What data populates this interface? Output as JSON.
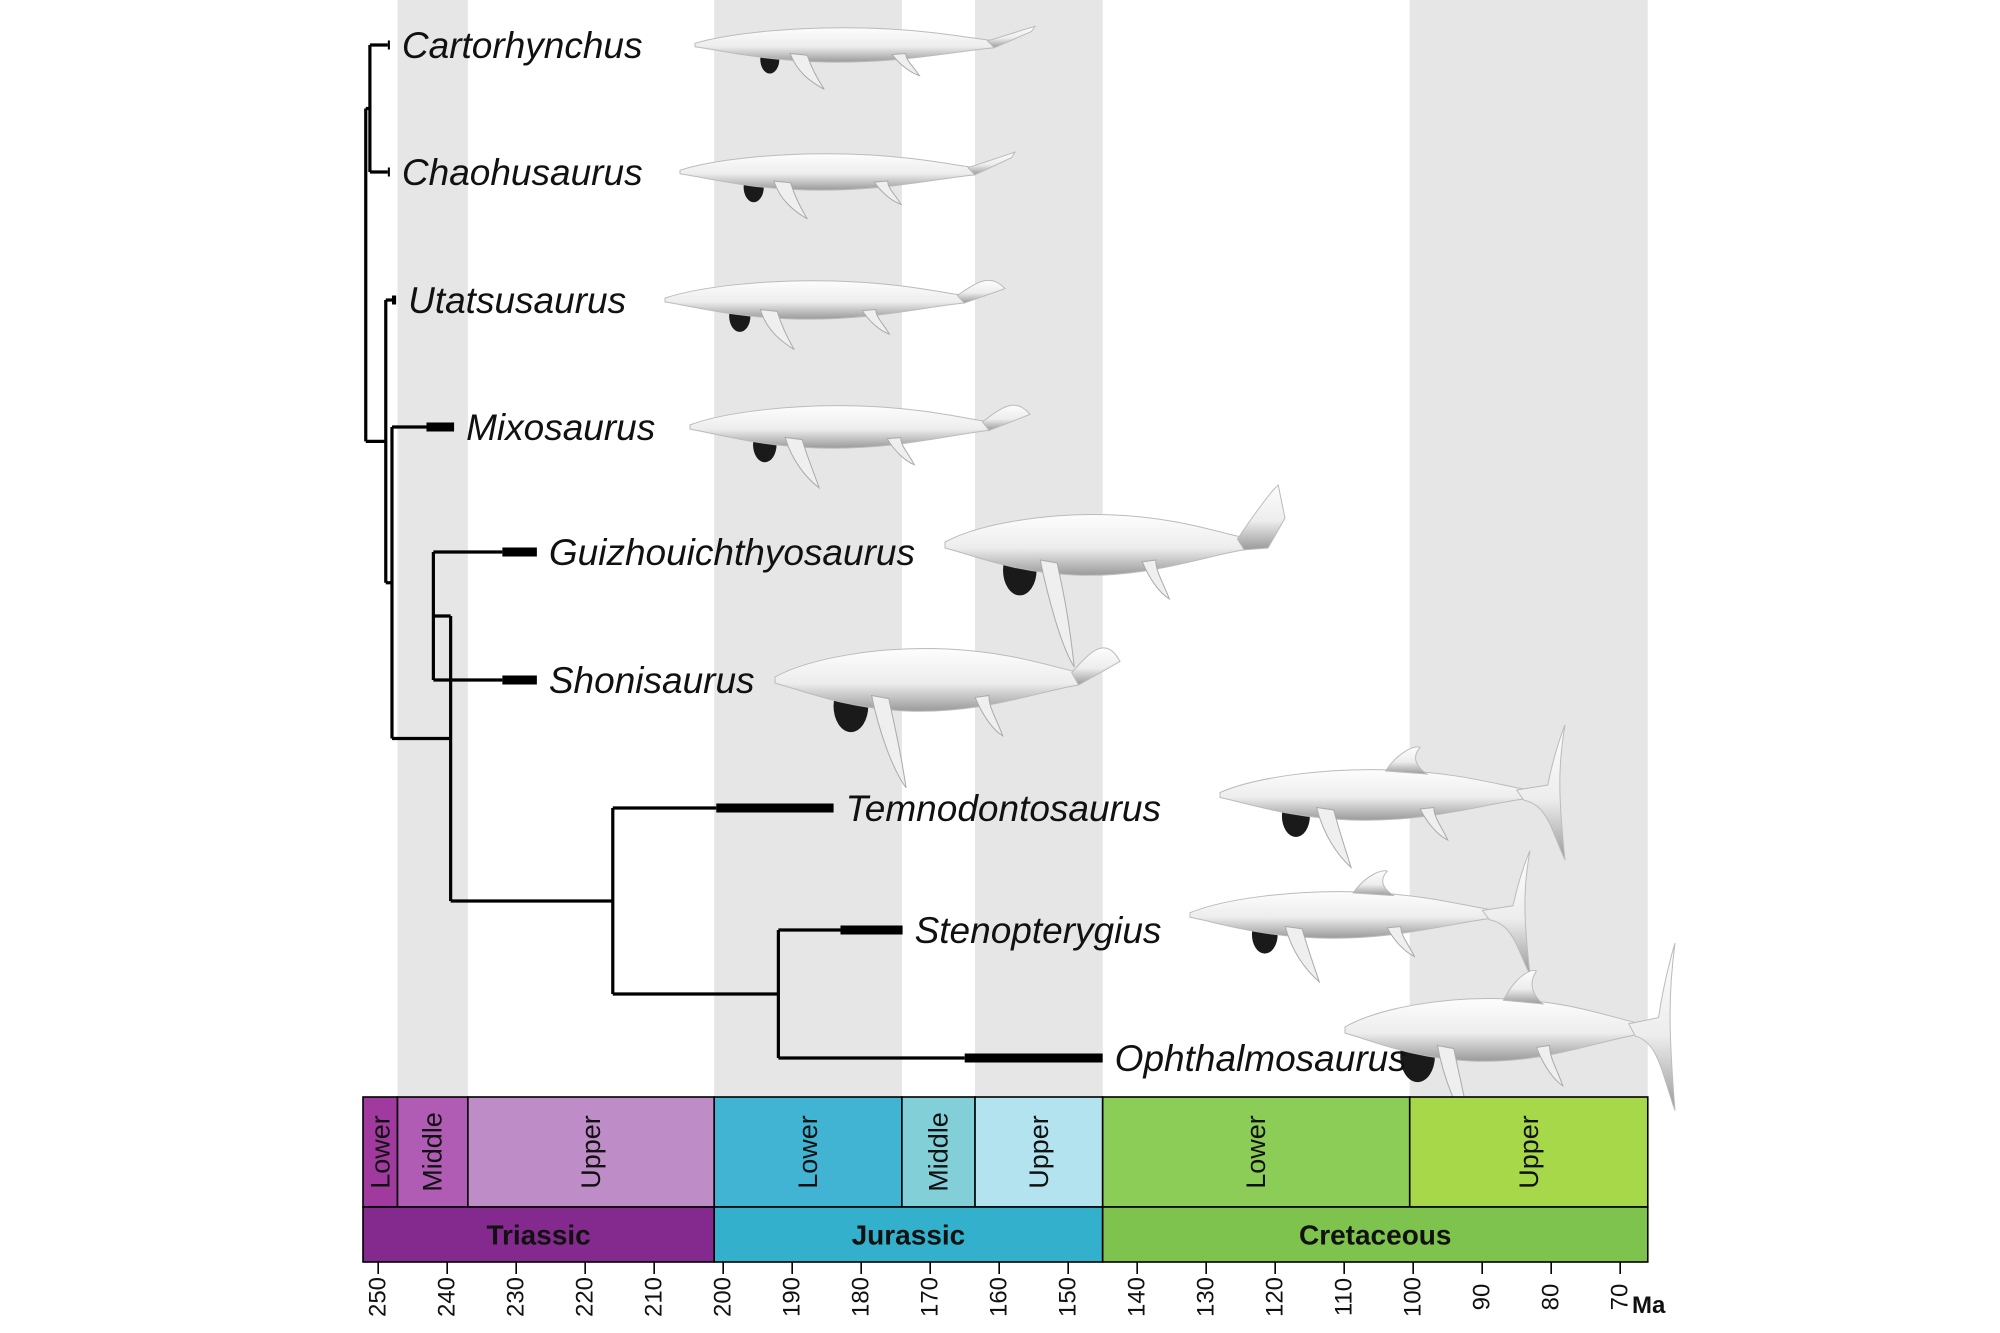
{
  "title": "",
  "time_axis": {
    "unit": "Ma",
    "ticks": [
      "250",
      "240",
      "230",
      "220",
      "210",
      "200",
      "190",
      "180",
      "170",
      "160",
      "150",
      "140",
      "130",
      "120",
      "110",
      "100",
      "90",
      "80",
      "70"
    ]
  },
  "periods": [
    {
      "name": "Triassic",
      "start_ma": 252.2,
      "end_ma": 201.3,
      "color": "#842a8e"
    },
    {
      "name": "Jurassic",
      "start_ma": 201.3,
      "end_ma": 145.0,
      "color": "#33b0cb"
    },
    {
      "name": "Cretaceous",
      "start_ma": 145.0,
      "end_ma": 66.0,
      "color": "#7ec34e"
    }
  ],
  "epochs": [
    {
      "name": "Lower",
      "start_ma": 252.2,
      "end_ma": 247.2,
      "color": "#a03a9f",
      "shade": false
    },
    {
      "name": "Middle",
      "start_ma": 247.2,
      "end_ma": 237.0,
      "color": "#b05cb4",
      "shade": true
    },
    {
      "name": "Upper",
      "start_ma": 237.0,
      "end_ma": 201.3,
      "color": "#be8cc6",
      "shade": false
    },
    {
      "name": "Lower",
      "start_ma": 201.3,
      "end_ma": 174.1,
      "color": "#41b4d3",
      "shade": true
    },
    {
      "name": "Middle",
      "start_ma": 174.1,
      "end_ma": 163.5,
      "color": "#82cfd8",
      "shade": false
    },
    {
      "name": "Upper",
      "start_ma": 163.5,
      "end_ma": 145.0,
      "color": "#b2e3ee",
      "shade": true
    },
    {
      "name": "Lower",
      "start_ma": 145.0,
      "end_ma": 100.5,
      "color": "#8ccd57",
      "shade": false
    },
    {
      "name": "Upper",
      "start_ma": 100.5,
      "end_ma": 66.0,
      "color": "#a6d84a",
      "shade": true
    }
  ],
  "taxa": [
    {
      "name": "Cartorhynchus",
      "range_ma": [
        248.6,
        248.3
      ]
    },
    {
      "name": "Chaohusaurus",
      "range_ma": [
        248.6,
        248.3
      ]
    },
    {
      "name": "Utatsusaurus",
      "range_ma": [
        248.0,
        247.4
      ]
    },
    {
      "name": "Mixosaurus",
      "range_ma": [
        243.0,
        239.0
      ]
    },
    {
      "name": "Guizhouichthyosaurus",
      "range_ma": [
        232.0,
        227.0
      ]
    },
    {
      "name": "Shonisaurus",
      "range_ma": [
        232.0,
        227.0
      ]
    },
    {
      "name": "Temnodontosaurus",
      "range_ma": [
        201.0,
        184.0
      ]
    },
    {
      "name": "Stenopterygius",
      "range_ma": [
        183.0,
        174.0
      ]
    },
    {
      "name": "Ophthalmosaurus",
      "range_ma": [
        165.0,
        145.0
      ]
    }
  ]
}
